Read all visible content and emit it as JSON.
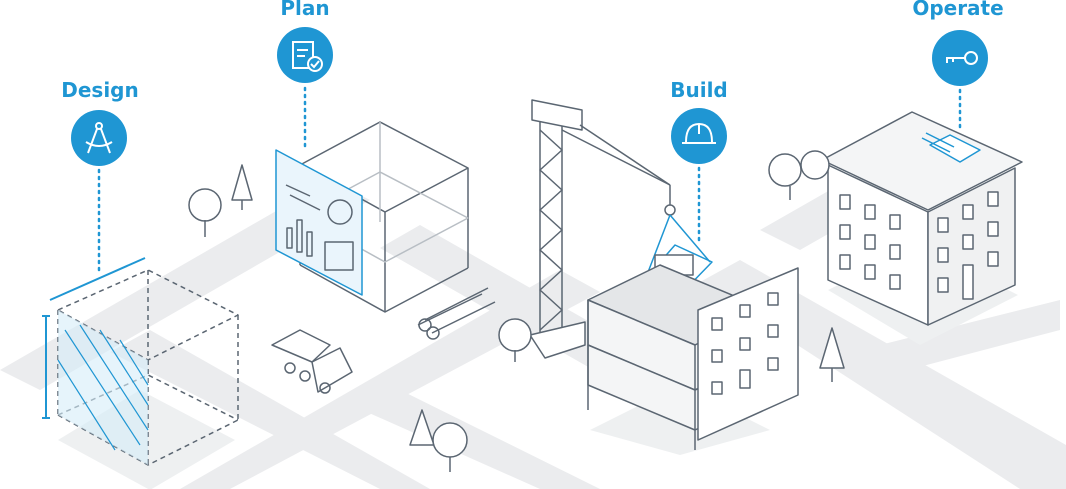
{
  "stages": [
    {
      "id": "design",
      "label": "Design",
      "icon": "drafting-compass-icon"
    },
    {
      "id": "plan",
      "label": "Plan",
      "icon": "clipboard-check-icon"
    },
    {
      "id": "build",
      "label": "Build",
      "icon": "hard-hat-icon"
    },
    {
      "id": "operate",
      "label": "Operate",
      "icon": "key-icon"
    }
  ],
  "colors": {
    "accent": "#1f96d3",
    "line": "#5b6672",
    "road": "#ebecee",
    "fill": "#f4f5f6"
  }
}
